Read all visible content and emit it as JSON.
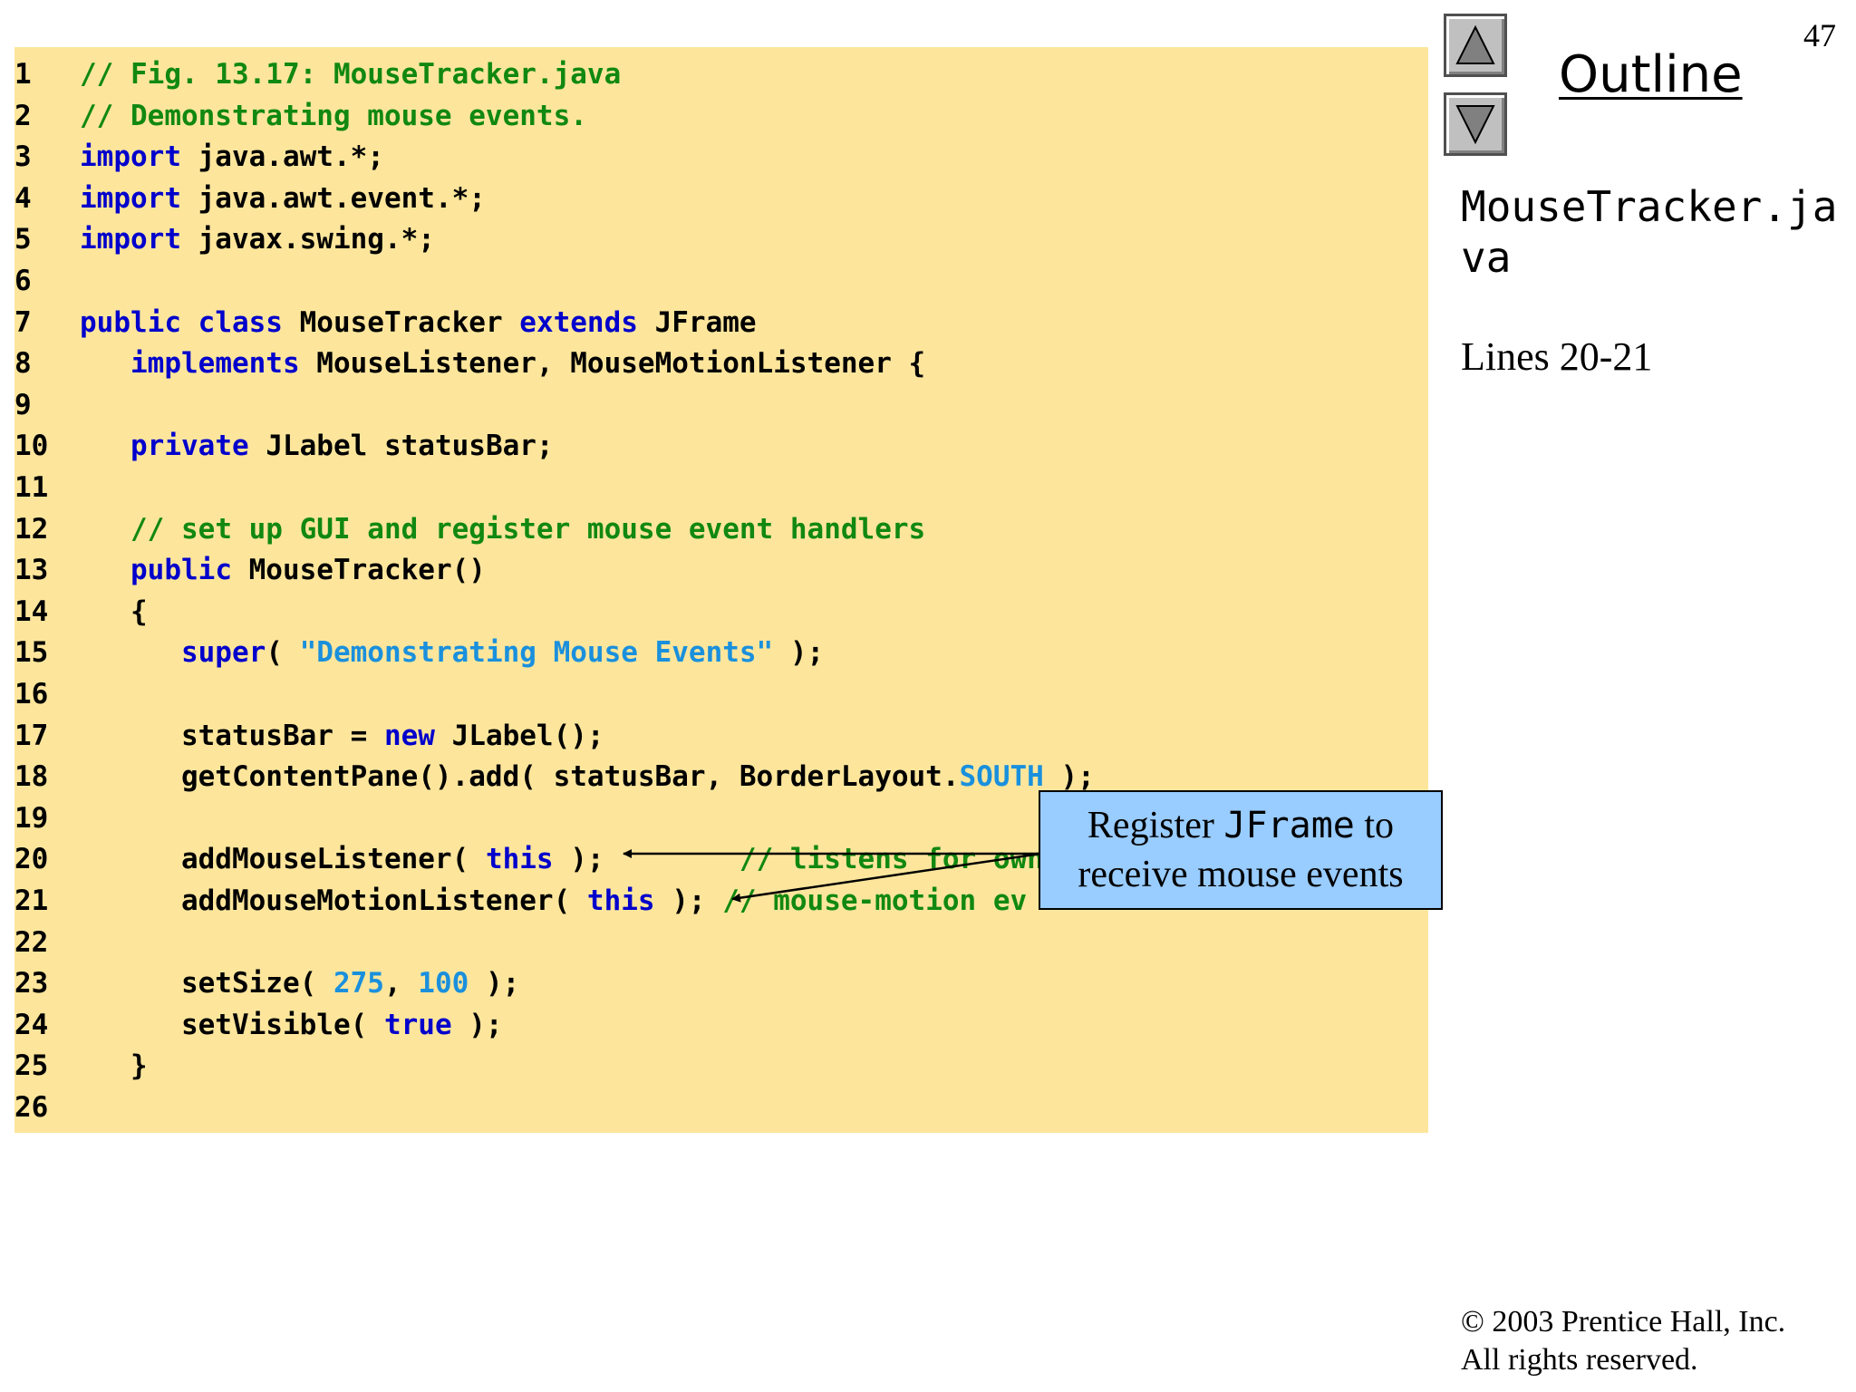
{
  "slide_number": "47",
  "sidebar": {
    "outline_title": "Outline",
    "file_name": "MouseTracker.java",
    "lines_label": "Lines 20-21"
  },
  "nav": {
    "up_icon": "triangle-up-icon",
    "down_icon": "triangle-down-icon"
  },
  "callout": {
    "text_before": "Register ",
    "code": "JFrame",
    "text_after": " to receive mouse events"
  },
  "copyright": {
    "line1": "© 2003 Prentice Hall, Inc.",
    "line2": "All rights reserved."
  },
  "colors": {
    "code_background": "#fde69c",
    "keyword": "#0000cc",
    "comment": "#118811",
    "literal": "#1a90dd",
    "callout_background": "#99ccff"
  },
  "code_lines": [
    {
      "n": "1",
      "segs": [
        [
          "cm",
          "// Fig. 13.17: MouseTracker.java"
        ]
      ]
    },
    {
      "n": "2",
      "segs": [
        [
          "cm",
          "// Demonstrating mouse events."
        ]
      ]
    },
    {
      "n": "3",
      "segs": [
        [
          "kw",
          "import"
        ],
        [
          "",
          " java.awt.*;"
        ]
      ]
    },
    {
      "n": "4",
      "segs": [
        [
          "kw",
          "import"
        ],
        [
          "",
          " java.awt.event.*;"
        ]
      ]
    },
    {
      "n": "5",
      "segs": [
        [
          "kw",
          "import"
        ],
        [
          "",
          " javax.swing.*;"
        ]
      ]
    },
    {
      "n": "6",
      "segs": []
    },
    {
      "n": "7",
      "segs": [
        [
          "kw",
          "public"
        ],
        [
          "",
          " "
        ],
        [
          "kw",
          "class"
        ],
        [
          "",
          " MouseTracker "
        ],
        [
          "kw",
          "extends"
        ],
        [
          "",
          " JFrame"
        ]
      ]
    },
    {
      "n": "8",
      "segs": [
        [
          "",
          "   "
        ],
        [
          "kw",
          "implements"
        ],
        [
          "",
          " MouseListener, MouseMotionListener {"
        ]
      ]
    },
    {
      "n": "9",
      "segs": []
    },
    {
      "n": "10",
      "segs": [
        [
          "",
          "   "
        ],
        [
          "kw",
          "private"
        ],
        [
          "",
          " JLabel statusBar;"
        ]
      ]
    },
    {
      "n": "11",
      "segs": []
    },
    {
      "n": "12",
      "segs": [
        [
          "",
          "   "
        ],
        [
          "cm",
          "// set up GUI and register mouse event handlers"
        ]
      ]
    },
    {
      "n": "13",
      "segs": [
        [
          "",
          "   "
        ],
        [
          "kw",
          "public"
        ],
        [
          "",
          " MouseTracker()"
        ]
      ]
    },
    {
      "n": "14",
      "segs": [
        [
          "",
          "   {"
        ]
      ]
    },
    {
      "n": "15",
      "segs": [
        [
          "",
          "      "
        ],
        [
          "kw",
          "super"
        ],
        [
          "",
          "( "
        ],
        [
          "st",
          "\"Demonstrating Mouse Events\""
        ],
        [
          "",
          " );"
        ]
      ]
    },
    {
      "n": "16",
      "segs": []
    },
    {
      "n": "17",
      "segs": [
        [
          "",
          "      statusBar = "
        ],
        [
          "kw",
          "new"
        ],
        [
          "",
          " JLabel();"
        ]
      ]
    },
    {
      "n": "18",
      "segs": [
        [
          "",
          "      getContentPane().add( statusBar, BorderLayout."
        ],
        [
          "nm",
          "SOUTH"
        ],
        [
          "",
          " );"
        ]
      ]
    },
    {
      "n": "19",
      "segs": []
    },
    {
      "n": "20",
      "segs": [
        [
          "",
          "      addMouseListener( "
        ],
        [
          "kw",
          "this"
        ],
        [
          "",
          " );        "
        ],
        [
          "cm",
          "// listens for own"
        ]
      ]
    },
    {
      "n": "21",
      "segs": [
        [
          "",
          "      addMouseMotionListener( "
        ],
        [
          "kw",
          "this"
        ],
        [
          "",
          " ); "
        ],
        [
          "cm",
          "// mouse-motion ev"
        ]
      ]
    },
    {
      "n": "22",
      "segs": []
    },
    {
      "n": "23",
      "segs": [
        [
          "",
          "      setSize( "
        ],
        [
          "nm",
          "275"
        ],
        [
          "",
          ", "
        ],
        [
          "nm",
          "100"
        ],
        [
          "",
          " );"
        ]
      ]
    },
    {
      "n": "24",
      "segs": [
        [
          "",
          "      setVisible( "
        ],
        [
          "kw",
          "true"
        ],
        [
          "",
          " );"
        ]
      ]
    },
    {
      "n": "25",
      "segs": [
        [
          "",
          "   }"
        ]
      ]
    },
    {
      "n": "26",
      "segs": []
    }
  ]
}
